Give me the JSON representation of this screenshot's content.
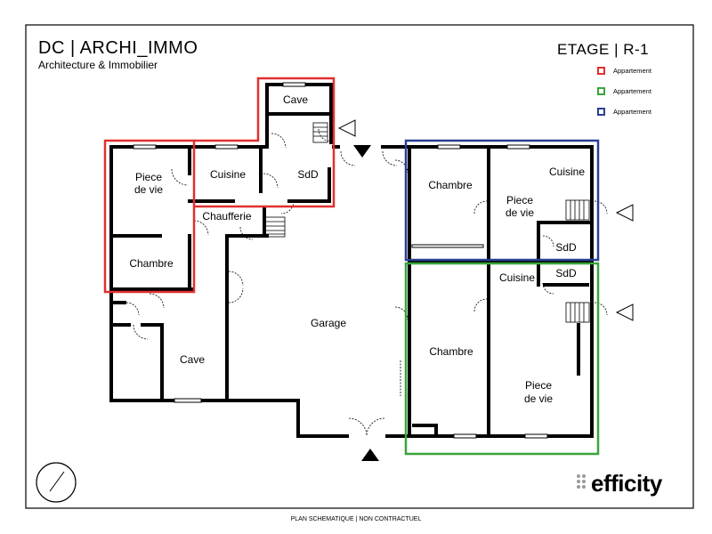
{
  "header": {
    "title": "DC | ARCHI_IMMO",
    "subtitle": "Architecture & Immobilier",
    "floor_label": "ETAGE | R-1"
  },
  "legend": [
    {
      "label": "Appartement",
      "color": "#e03030"
    },
    {
      "label": "Appartement",
      "color": "#3aa53a"
    },
    {
      "label": "Appartement",
      "color": "#2a3f95"
    }
  ],
  "rooms": {
    "cave_top": "Cave",
    "piece_de_vie_left_1": "Piece",
    "piece_de_vie_left_2": "de vie",
    "cuisine_left": "Cuisine",
    "sdd_left": "SdD",
    "chaufferie": "Chaufferie",
    "chambre_left": "Chambre",
    "garage": "Garage",
    "cave_bottom": "Cave",
    "chambre_tr": "Chambre",
    "piece_de_vie_tr_1": "Piece",
    "piece_de_vie_tr_2": "de vie",
    "cuisine_tr": "Cuisine",
    "sdd_tr": "SdD",
    "sdd_br": "SdD",
    "cuisine_br": "Cuisine",
    "chambre_br": "Chambre",
    "piece_de_vie_br_1": "Piece",
    "piece_de_vie_br_2": "de vie"
  },
  "brand": {
    "name": "efficity"
  },
  "footer": {
    "text": "PLAN SCHEMATIQUE | NON CONTRACTUEL"
  }
}
